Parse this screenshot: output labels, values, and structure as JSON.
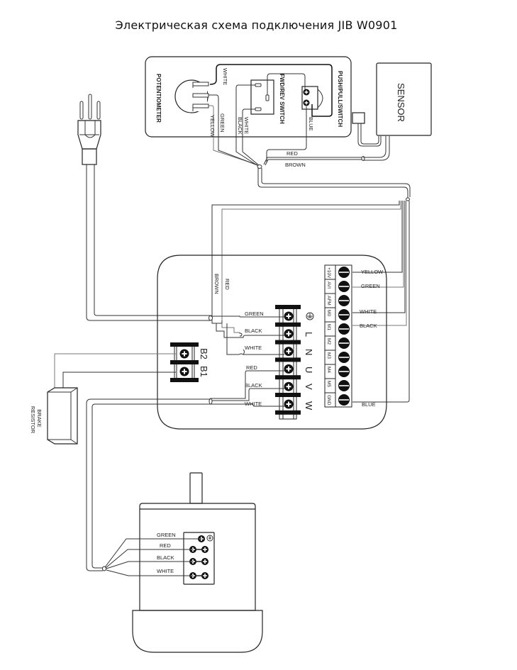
{
  "title": "Электрическая схема подключения JIB W0901",
  "control_panel": {
    "potentiometer_label": "POTENTIOMETER",
    "fwd_rev_label": "FWD/REV SWITCH",
    "push_pull_label": "PUSH/PULL/SWITCH",
    "wires": {
      "white": "WHITE",
      "yellow": "YELLOW",
      "green": "GREEN",
      "white2": "WHITE",
      "black": "BLACK",
      "blue": "BLUE"
    }
  },
  "sensor": {
    "label": "SENSOR"
  },
  "cable_labels": {
    "red": "RED",
    "brown": "BROWN"
  },
  "power_labels": {
    "brown": "BROWN",
    "red": "RED"
  },
  "drive": {
    "main_terminals": [
      {
        "id": "ground",
        "wire": "GREEN",
        "symbol": "⏚"
      },
      {
        "id": "L",
        "wire": "BLACK",
        "symbol": "L"
      },
      {
        "id": "N",
        "wire": "WHITE",
        "symbol": "N"
      },
      {
        "id": "U",
        "wire": "RED",
        "symbol": "U"
      },
      {
        "id": "V",
        "wire": "BLACK",
        "symbol": "V"
      },
      {
        "id": "W",
        "wire": "WHITE",
        "symbol": "W"
      }
    ],
    "brake_terminals": [
      {
        "id": "B2",
        "label": "B2"
      },
      {
        "id": "B1",
        "label": "B1"
      }
    ],
    "control_terminals": [
      {
        "id": "+10V",
        "label": "+10V",
        "wire": "YELLOW"
      },
      {
        "id": "AVI",
        "label": "AVI",
        "wire": "GREEN"
      },
      {
        "id": "AFM",
        "label": "AFM",
        "wire": ""
      },
      {
        "id": "M0",
        "label": "M0",
        "wire": "WHITE"
      },
      {
        "id": "M1",
        "label": "M1",
        "wire": "BLACK"
      },
      {
        "id": "M2",
        "label": "M2",
        "wire": ""
      },
      {
        "id": "M3",
        "label": "M3",
        "wire": ""
      },
      {
        "id": "M4",
        "label": "M4",
        "wire": ""
      },
      {
        "id": "M5",
        "label": "M5",
        "wire": ""
      },
      {
        "id": "GND",
        "label": "GND",
        "wire": "BLUE"
      }
    ]
  },
  "brake_resistor": {
    "line1": "BRAKE",
    "line2": "RESISTOR"
  },
  "motor": {
    "wires": [
      "GREEN",
      "RED",
      "BLACK",
      "WHITE"
    ]
  }
}
